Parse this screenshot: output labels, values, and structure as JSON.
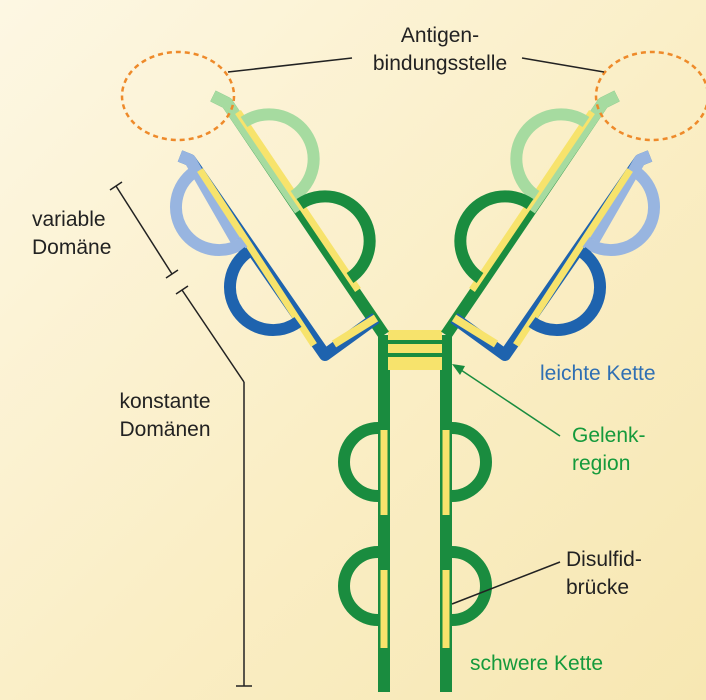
{
  "labels": {
    "antigen_binding_site_line1": "Antigen-",
    "antigen_binding_site_line2": "bindungsstelle",
    "variable_domain_line1": "variable",
    "variable_domain_line2": "Domäne",
    "constant_domains_line1": "konstante",
    "constant_domains_line2": "Domänen",
    "light_chain": "leichte Kette",
    "hinge_region_line1": "Gelenk-",
    "hinge_region_line2": "region",
    "disulfide_bridge_line1": "Disulfid-",
    "disulfide_bridge_line2": "brücke",
    "heavy_chain": "schwere Kette"
  },
  "colors": {
    "background": "#fbf1d0",
    "heavy_chain_constant": "#1a8c3f",
    "heavy_chain_variable": "#a6dba0",
    "light_chain_constant": "#1e63ae",
    "light_chain_variable": "#98b5e0",
    "disulfide_bridge": "#f7e36c",
    "antigen_site_outline": "#ee8a2a",
    "text_dark": "#222222",
    "text_light_chain": "#2f6fb3",
    "text_heavy_chain": "#159a3c"
  }
}
